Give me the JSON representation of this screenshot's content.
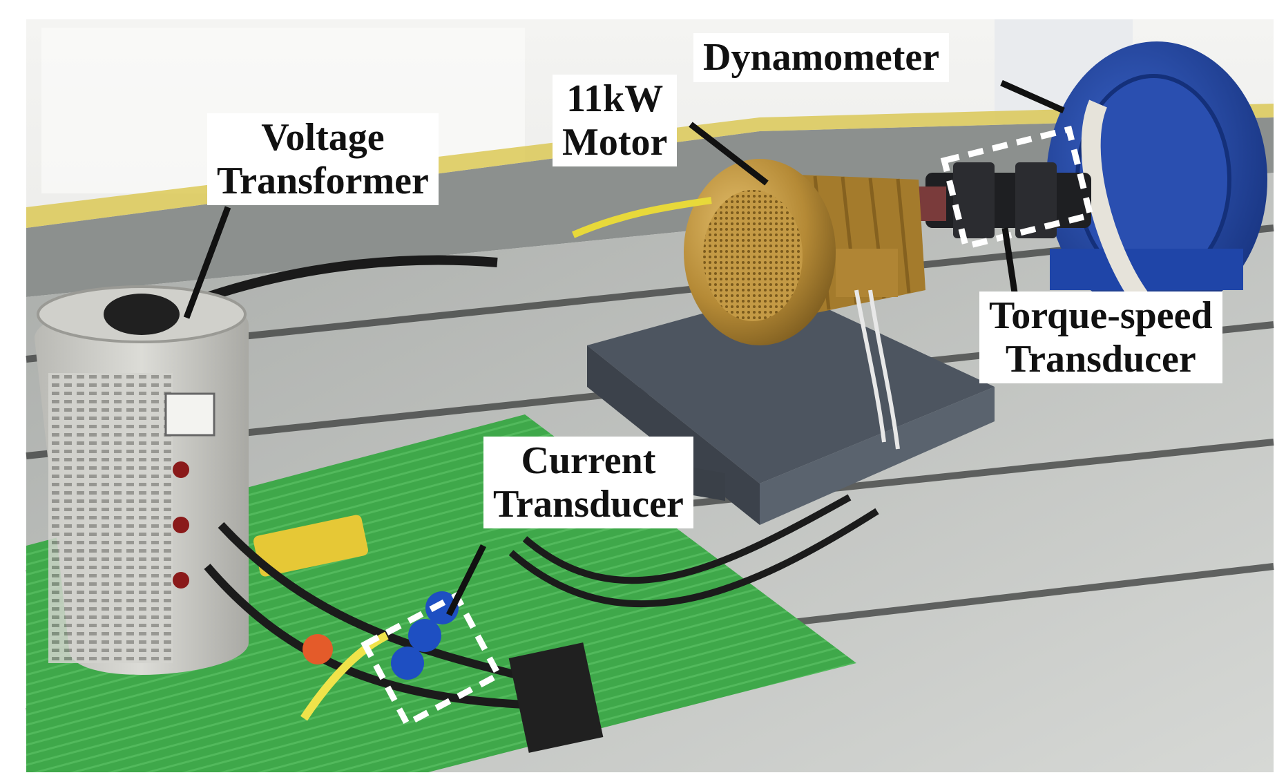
{
  "colors": {
    "floor": "#c7c9c6",
    "mat_green": "#3fa84a",
    "motor_gold": "#b58a36",
    "dynamometer_blue": "#1f45a8",
    "base_gray": "#4d5560",
    "transformer_gray": "#cfcfca",
    "highlight_box": "#ffffff"
  },
  "labels": {
    "dynamometer": "Dynamometer",
    "motor_line1": "11kW",
    "motor_line2": "Motor",
    "voltage_transformer_line1": "Voltage",
    "voltage_transformer_line2": "Transformer",
    "torque_speed_line1": "Torque-speed",
    "torque_speed_line2": "Transducer",
    "current_transducer_line1": "Current",
    "current_transducer_line2": "Transducer"
  }
}
